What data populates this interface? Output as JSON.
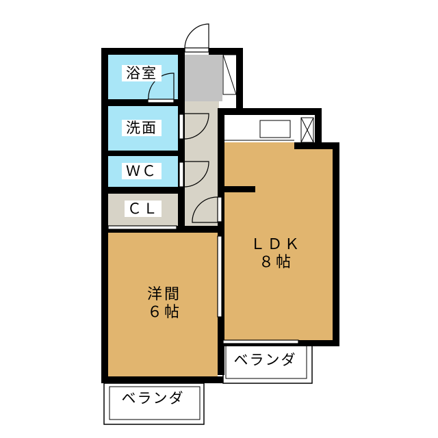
{
  "rooms": {
    "bath": "浴室",
    "washroom": "洗面",
    "wc": "ＷＣ",
    "closet": "ＣＬ",
    "western_room": {
      "name": "洋間",
      "size": "６帖"
    },
    "ldk": {
      "name": "ＬＤＫ",
      "size": "８帖"
    },
    "balcony_left": "ベランダ",
    "balcony_right": "ベランダ"
  },
  "colors": {
    "wet_area": "#a9e6f7",
    "floor": "#e1b56f",
    "entrance": "#c3c3c3",
    "corridor": "#d7d3c7",
    "wall": "#000000"
  }
}
